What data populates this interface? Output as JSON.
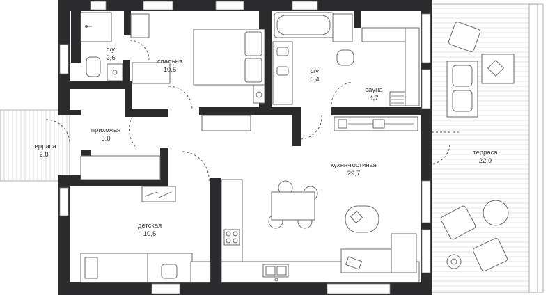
{
  "rooms": [
    {
      "id": "bath1",
      "name": "с/у",
      "area": "2,6"
    },
    {
      "id": "bedroom",
      "name": "спальня",
      "area": "10,5"
    },
    {
      "id": "bath2",
      "name": "с/у",
      "area": "6,4"
    },
    {
      "id": "sauna",
      "name": "сауна",
      "area": "4,7"
    },
    {
      "id": "hall",
      "name": "прихожая",
      "area": "5,0"
    },
    {
      "id": "terrace-left",
      "name": "терраса",
      "area": "2,8"
    },
    {
      "id": "living",
      "name": "кухня-гостиная",
      "area": "29,7"
    },
    {
      "id": "terrace-right",
      "name": "терраса",
      "area": "22,9"
    },
    {
      "id": "kids",
      "name": "детская",
      "area": "10,5"
    }
  ],
  "colors": {
    "wall": "#2b2b2d",
    "line": "#6a6a6a",
    "text": "#333333",
    "background": "#ffffff"
  }
}
